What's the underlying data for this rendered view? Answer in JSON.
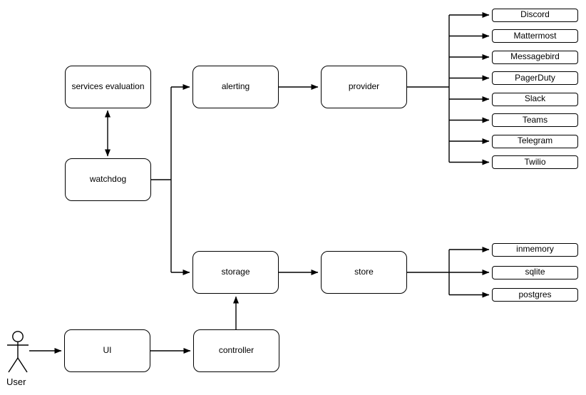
{
  "diagram": {
    "nodes": {
      "services_evaluation": "services evaluation",
      "watchdog": "watchdog",
      "alerting": "alerting",
      "provider": "provider",
      "storage": "storage",
      "store": "store",
      "ui": "UI",
      "controller": "controller"
    },
    "providers": [
      "Discord",
      "Mattermost",
      "Messagebird",
      "PagerDuty",
      "Slack",
      "Teams",
      "Telegram",
      "Twilio"
    ],
    "stores": [
      "inmemory",
      "sqlite",
      "postgres"
    ],
    "actor": {
      "label": "User"
    },
    "colors": {
      "stroke": "#000000",
      "fill": "#ffffff",
      "text": "#000000",
      "background": "#ffffff"
    }
  }
}
